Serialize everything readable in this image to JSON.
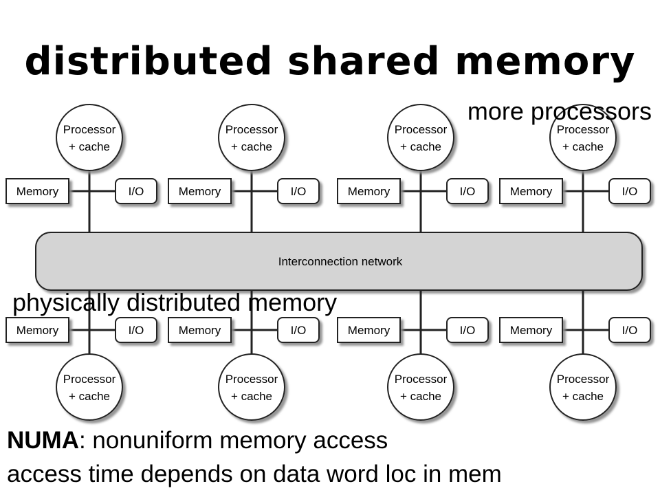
{
  "title": "distributed shared memory",
  "diagram": {
    "node_processor_line1": "Processor",
    "node_processor_line2": "+ cache",
    "memory_label": "Memory",
    "io_label": "I/O",
    "network_label": "Interconnection network",
    "top_node_count": 4,
    "bottom_node_count": 4
  },
  "annotations": {
    "more_processors": "more processors",
    "physically_distributed": "physically distributed memory"
  },
  "footer": {
    "numa_term": "NUMA",
    "numa_definition": ": nonuniform memory access",
    "access_line": "access time depends on data word loc in mem"
  }
}
